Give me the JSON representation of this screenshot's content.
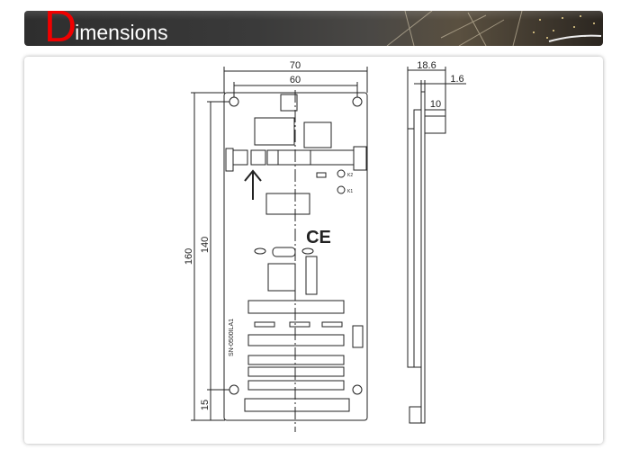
{
  "header": {
    "title_initial": "D",
    "title_rest": "imensions"
  },
  "drawing": {
    "front": {
      "width_outer": "70",
      "width_holes": "60",
      "height_outer": "160",
      "height_holes": "140",
      "bottom_offset": "15",
      "ce_mark": "CE",
      "board_model": "SN-0500ILA1",
      "button_labels": [
        "K2",
        "K1"
      ]
    },
    "side": {
      "depth_total": "18.6",
      "pcb_thickness": "1.6",
      "component_height": "10"
    }
  }
}
